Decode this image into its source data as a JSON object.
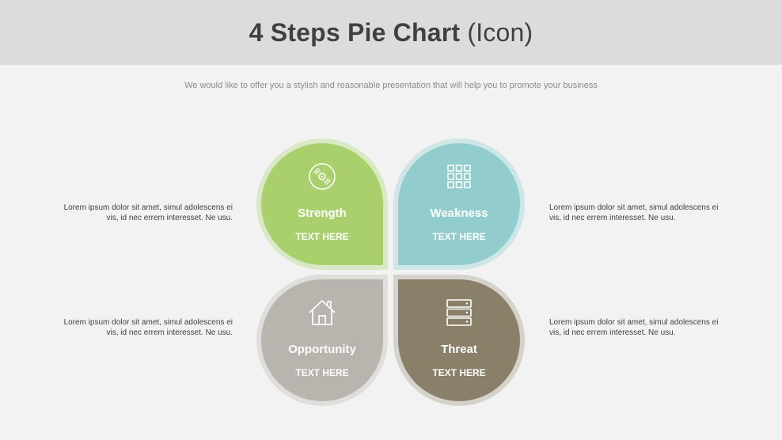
{
  "header": {
    "title_bold": "4 Steps Pie Chart",
    "title_light": "(Icon)"
  },
  "subtitle": "We would like to offer you a stylish and reasonable presentation that will help you to promote your business",
  "descriptions": {
    "top_left": "Lorem ipsum dolor sit amet, simul adolescens ei vis, id nec errem interesset. Ne usu.",
    "bottom_left": "Lorem ipsum dolor sit amet, simul adolescens ei vis, id nec errem interesset. Ne usu.",
    "top_right": "Lorem ipsum dolor sit amet, simul adolescens ei vis, id nec errem interesset. Ne usu.",
    "bottom_right": "Lorem ipsum dolor sit amet, simul adolescens ei vis, id nec errem interesset. Ne usu."
  },
  "petals": {
    "strength": {
      "label": "Strength",
      "sub": "TEXT HERE",
      "icon": "disc-icon",
      "color": "#a9d06c"
    },
    "weakness": {
      "label": "Weakness",
      "sub": "TEXT HERE",
      "icon": "grid-icon",
      "color": "#93cccd"
    },
    "opportunity": {
      "label": "Opportunity",
      "sub": "TEXT HERE",
      "icon": "house-icon",
      "color": "#b8b4ae"
    },
    "threat": {
      "label": "Threat",
      "sub": "TEXT HERE",
      "icon": "server-icon",
      "color": "#8a7f69"
    }
  }
}
